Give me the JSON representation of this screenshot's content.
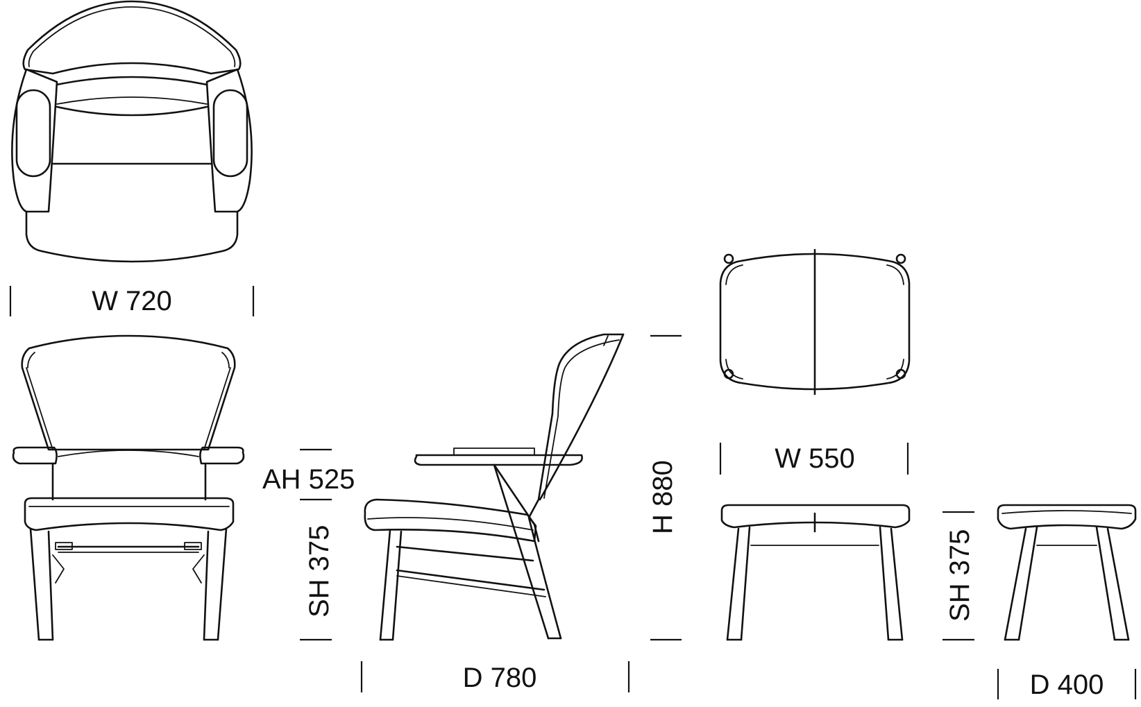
{
  "dimensions": {
    "chair_width": "W 720",
    "chair_armrest_height": "AH 525",
    "chair_seat_height": "SH 375",
    "chair_depth": "D 780",
    "chair_height": "H 880",
    "stool_width": "W 550",
    "stool_seat_height": "SH 375",
    "stool_depth": "D 400"
  },
  "views": [
    "chair-top-view",
    "chair-front-view",
    "chair-side-view",
    "stool-top-view",
    "stool-front-view",
    "stool-side-view"
  ],
  "colors": {
    "line": "#111111",
    "background": "#ffffff"
  }
}
